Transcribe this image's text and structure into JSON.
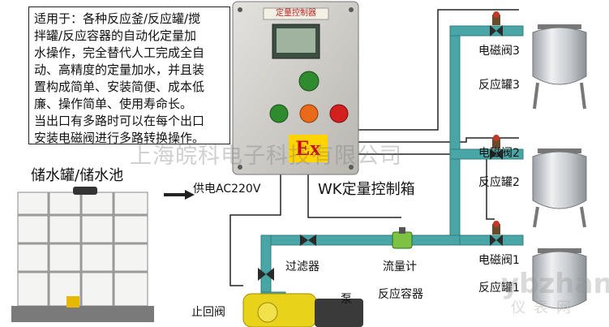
{
  "description_box": {
    "lines": [
      "适用于：各种反应釜/反应罐/搅",
      "拌罐/反应容器的自动化定量加",
      "水操作，完全替代人工完成全自",
      "动、高精度的定量加水，并且装",
      "置构成简单、安装简便、成本低",
      "廉、操作简单、使用寿命长。",
      "当出口有多路时可以在每个出口",
      "安装电磁阀进行多路转换操作。"
    ]
  },
  "control_box": {
    "nameplate": "定量控制器",
    "ex_mark": "Ex"
  },
  "labels": {
    "storage_tank": "储水罐/储水池",
    "power": "供电AC220V",
    "controller": "WK定量控制箱",
    "filter": "过滤器",
    "flowmeter": "流量计",
    "vessel": "反应容器",
    "check_valve": "止回阀",
    "pump": "泵",
    "valve3": "电磁阀3",
    "tank3": "反应罐3",
    "valve2": "电磁阀2",
    "tank2": "反应罐2",
    "valve1": "电磁阀1",
    "tank1": "反应罐1"
  },
  "watermarks": {
    "company": "上海皖科电子科技有限公司",
    "site": "ybzhan",
    "site_cn": "仪表网"
  },
  "colors": {
    "pipe": "#4aa6a6",
    "pipe_dark": "#2c7f7f",
    "box": "#d8d6d2",
    "pump": "#e8d21a",
    "tank": "#c9ccd0"
  }
}
